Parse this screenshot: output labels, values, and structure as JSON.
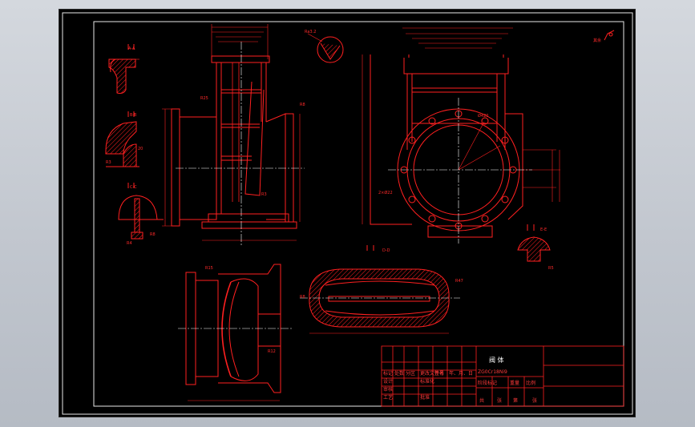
{
  "drawing": {
    "section_labels": {
      "a_a": "A-A",
      "b_b": "B-B",
      "c_c": "C-C",
      "d_d": "D-D",
      "e_e": "E-E"
    },
    "roughness_note": "其余",
    "title_block": {
      "drawing_name": "阀 体",
      "material": "ZG0Cr18Ni9",
      "cells": [
        "标记",
        "处数",
        "分区",
        "更改文件号",
        "签名",
        "年、月、日",
        "设计",
        "标准化",
        "审核",
        "工艺",
        "批准",
        "阶段标记",
        "重量",
        "比例",
        "共",
        "张",
        "第",
        "张"
      ]
    }
  },
  "colors": {
    "background": "#000000",
    "outline": "#ff2020",
    "centerline": "#ffffff",
    "frame": "#e0e0e0",
    "window": "#c7ccd3"
  }
}
